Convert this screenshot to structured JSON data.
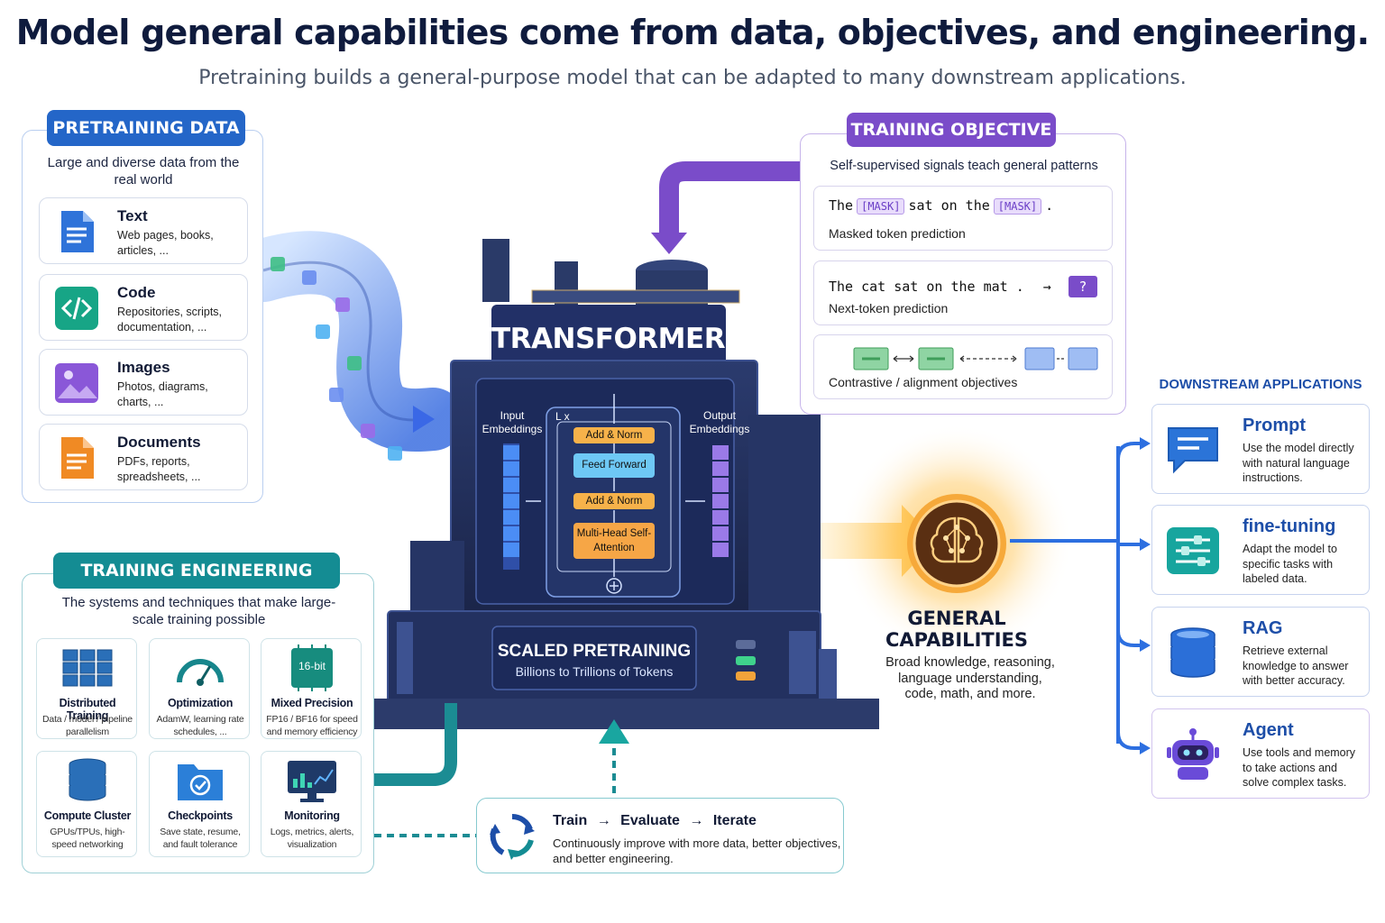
{
  "header": {
    "title": "Model general capabilities come from data, objectives, and engineering.",
    "subtitle": "Pretraining builds a general-purpose model that can be adapted to many downstream applications."
  },
  "pretraining_data": {
    "label": "PRETRAINING DATA",
    "description": "Large and diverse data from the real world",
    "items": [
      {
        "title": "Text",
        "desc": "Web pages, books, articles, ...",
        "icon": "document-text-icon",
        "color": "#2f73d9"
      },
      {
        "title": "Code",
        "desc": "Repositories, scripts, documentation, ...",
        "icon": "code-icon",
        "color": "#17a586"
      },
      {
        "title": "Images",
        "desc": "Photos, diagrams, charts, ...",
        "icon": "image-icon",
        "color": "#8a57d8"
      },
      {
        "title": "Documents",
        "desc": "PDFs, reports, spreadsheets, ...",
        "icon": "document-icon",
        "color": "#f08a24"
      }
    ]
  },
  "training_objective": {
    "label": "TRAINING OBJECTIVE",
    "description": "Self-supervised signals teach general patterns",
    "masked": {
      "w1": "The",
      "mask1": "[MASK]",
      "w2": "sat on the",
      "mask2": "[MASK]",
      "w3": ".",
      "label": "Masked token prediction"
    },
    "next_token": {
      "sentence": "The cat sat on the mat .",
      "arrow": "→",
      "q": "?",
      "label": "Next-token prediction"
    },
    "contrastive": {
      "label": "Contrastive / alignment objectives"
    }
  },
  "transformer": {
    "title": "TRANSFORMER",
    "input_label": "Input Embeddings",
    "output_label": "Output Embeddings",
    "layers_label": "L x",
    "blocks": [
      "Add & Norm",
      "Feed Forward",
      "Add & Norm",
      "Multi-Head Self-Attention"
    ],
    "scaled_title": "SCALED PRETRAINING",
    "scaled_sub": "Billions to Trillions of Tokens"
  },
  "general": {
    "title_line1": "GENERAL",
    "title_line2": "CAPABILITIES",
    "desc": "Broad knowledge, reasoning, language understanding, code, math, and more.",
    "icon": "brain-icon"
  },
  "downstream": {
    "label": "DOWNSTREAM APPLICATIONS",
    "items": [
      {
        "title": "Prompt",
        "desc": "Use the model directly with natural language instructions.",
        "icon": "chat-icon"
      },
      {
        "title": "fine-tuning",
        "desc": "Adapt the model to specific tasks with labeled data.",
        "icon": "sliders-icon"
      },
      {
        "title": "RAG",
        "desc": "Retrieve external knowledge to answer with better accuracy.",
        "icon": "database-icon"
      },
      {
        "title": "Agent",
        "desc": "Use tools and memory to take actions and solve complex tasks.",
        "icon": "robot-icon"
      }
    ]
  },
  "training_engineering": {
    "label": "TRAINING ENGINEERING",
    "description": "The systems and techniques that make large-scale training possible",
    "items": [
      {
        "title": "Distributed Training",
        "desc": "Data / model / pipeline parallelism",
        "icon": "servers-icon"
      },
      {
        "title": "Optimization",
        "desc": "AdamW, learning rate schedules, ...",
        "icon": "gauge-icon"
      },
      {
        "title": "Mixed Precision",
        "desc": "FP16 / BF16 for speed and memory efficiency",
        "icon": "chip-icon",
        "chip": "16-bit"
      },
      {
        "title": "Compute Cluster",
        "desc": "GPUs/TPUs, high-speed networking",
        "icon": "cluster-icon"
      },
      {
        "title": "Checkpoints",
        "desc": "Save state, resume, and fault tolerance",
        "icon": "folder-check-icon"
      },
      {
        "title": "Monitoring",
        "desc": "Logs, metrics, alerts, visualization",
        "icon": "monitor-icon"
      }
    ]
  },
  "loop": {
    "steps": [
      "Train",
      "Evaluate",
      "Iterate"
    ],
    "arrow": "→",
    "desc": "Continuously improve with more data, better objectives, and better engineering.",
    "icon": "cycle-icon"
  },
  "colors": {
    "data_blue": "#2c6fd1",
    "objective_purple": "#7a4cc9",
    "engineering_teal": "#148c93",
    "app_blue": "#1d4ea8",
    "glow_orange": "#f5a623",
    "machine_navy": "#1e2b55"
  }
}
